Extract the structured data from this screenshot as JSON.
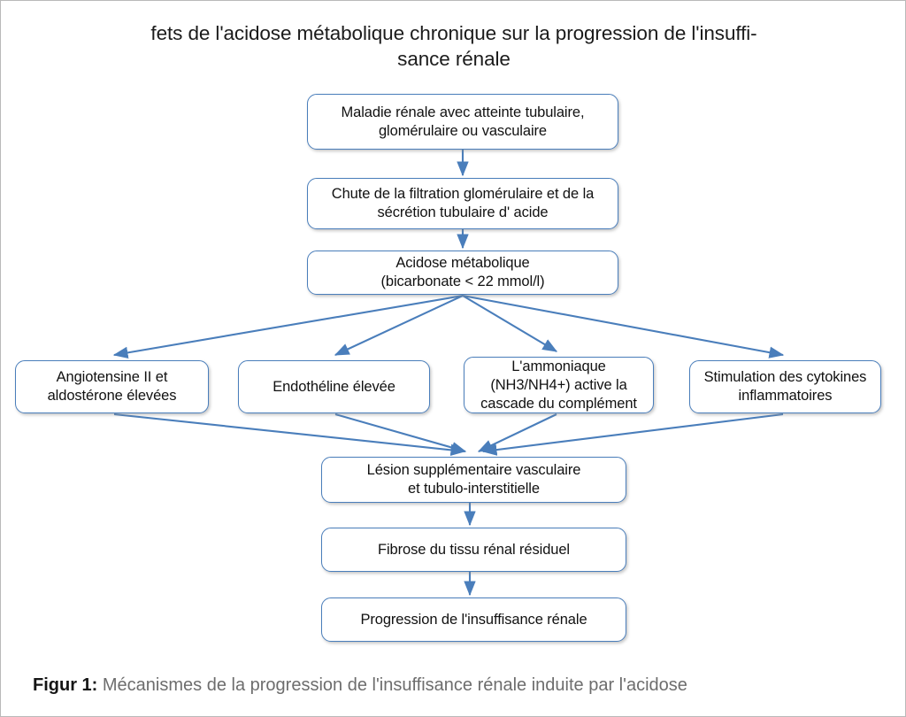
{
  "figure": {
    "title_lines": [
      "fets de l'acidose métabolique chronique sur la progression de l'insuffi-",
      "sance rénale"
    ],
    "caption_label": "Figur 1:",
    "caption_text": " Mécanismes de la progression de l'insuffisance rénale induite par l'acidose"
  },
  "colors": {
    "node_border": "#4a7ebb",
    "arrow": "#4a7ebb",
    "node_fill": "#ffffff",
    "frame_border": "#b9b9b9",
    "title_text": "#1b1b1b",
    "caption_text": "#6d6d6d"
  },
  "chart_data": {
    "type": "diagram",
    "title": "fets de l'acidose métabolique chronique sur la progression de l'insuffisance rénale",
    "nodes": [
      {
        "id": "disease",
        "lines": [
          "Maladie rénale avec atteinte tubulaire,",
          "glomérulaire ou vasculaire"
        ],
        "row": 0
      },
      {
        "id": "filtration",
        "lines": [
          "Chute de la filtration glomérulaire et de la",
          "sécrétion tubulaire d' acide"
        ],
        "row": 1
      },
      {
        "id": "acidosis",
        "lines": [
          "Acidose métabolique",
          "(bicarbonate < 22 mmol/l)"
        ],
        "row": 2
      },
      {
        "id": "angiotensin",
        "lines": [
          "Angiotensine II et",
          "aldostérone élevées"
        ],
        "row": 3
      },
      {
        "id": "endothelin",
        "lines": [
          "Endothéline élevée"
        ],
        "row": 3
      },
      {
        "id": "ammonia",
        "lines": [
          "L'ammoniaque",
          "(NH3/NH4+) active la",
          "cascade du complément"
        ],
        "row": 3
      },
      {
        "id": "cytokines",
        "lines": [
          "Stimulation des cytokines",
          "inflammatoires"
        ],
        "row": 3
      },
      {
        "id": "lesion",
        "lines": [
          "Lésion supplémentaire vasculaire",
          "et tubulo-interstitielle"
        ],
        "row": 4
      },
      {
        "id": "fibrosis",
        "lines": [
          "Fibrose du tissu rénal résiduel"
        ],
        "row": 5
      },
      {
        "id": "progression",
        "lines": [
          "Progression de l'insuffisance rénale"
        ],
        "row": 6
      }
    ],
    "edges": [
      {
        "from": "disease",
        "to": "filtration"
      },
      {
        "from": "filtration",
        "to": "acidosis"
      },
      {
        "from": "acidosis",
        "to": "angiotensin"
      },
      {
        "from": "acidosis",
        "to": "endothelin"
      },
      {
        "from": "acidosis",
        "to": "ammonia"
      },
      {
        "from": "acidosis",
        "to": "cytokines"
      },
      {
        "from": "angiotensin",
        "to": "lesion"
      },
      {
        "from": "endothelin",
        "to": "lesion"
      },
      {
        "from": "ammonia",
        "to": "lesion"
      },
      {
        "from": "cytokines",
        "to": "lesion"
      },
      {
        "from": "lesion",
        "to": "fibrosis"
      },
      {
        "from": "fibrosis",
        "to": "progression"
      }
    ]
  },
  "nodes": {
    "disease": {
      "line1": "Maladie rénale avec atteinte tubulaire,",
      "line2": "glomérulaire ou vasculaire"
    },
    "filtration": {
      "line1": "Chute de la filtration glomérulaire et de la",
      "line2": "sécrétion tubulaire d' acide"
    },
    "acidosis": {
      "line1": "Acidose métabolique",
      "line2": "(bicarbonate < 22 mmol/l)"
    },
    "angiotensin": {
      "line1": "Angiotensine II et",
      "line2": "aldostérone élevées"
    },
    "endothelin": {
      "line1": "Endothéline élevée"
    },
    "ammonia": {
      "line1": "L'ammoniaque",
      "line2": "(NH3/NH4+) active la",
      "line3": "cascade du complément"
    },
    "cytokines": {
      "line1": "Stimulation des cytokines",
      "line2": "inflammatoires"
    },
    "lesion": {
      "line1": "Lésion supplémentaire vasculaire",
      "line2": "et tubulo-interstitielle"
    },
    "fibrosis": {
      "line1": "Fibrose du tissu rénal résiduel"
    },
    "progression": {
      "line1": "Progression de l'insuffisance rénale"
    }
  }
}
